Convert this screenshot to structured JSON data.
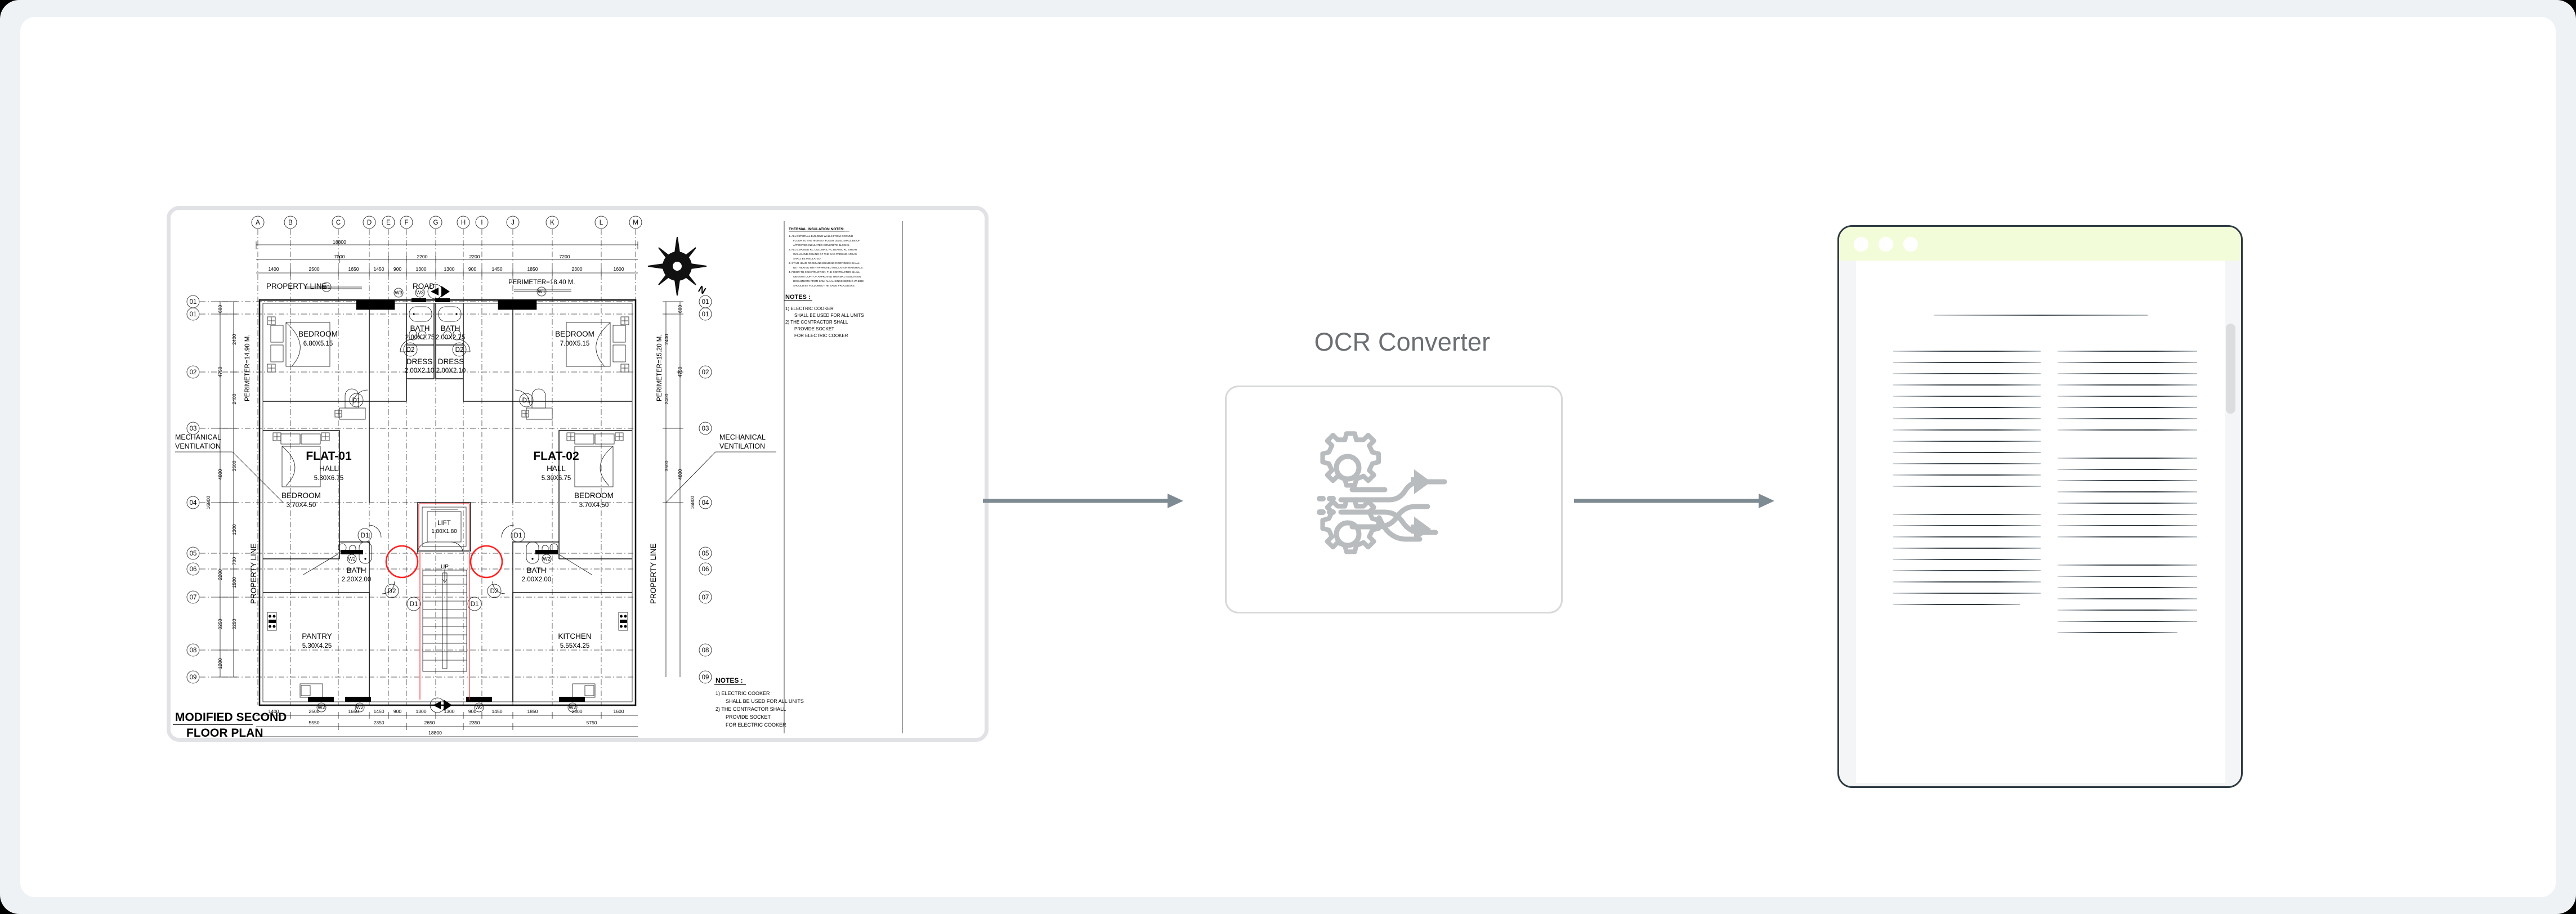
{
  "page": {
    "background": "#eff2f5",
    "card_background": "#ffffff",
    "accent_arrow_color": "#7f8b93"
  },
  "flow": {
    "steps": [
      "floor-plan-image",
      "ocr-converter",
      "document-output"
    ],
    "arrow1": {
      "name": "arrow-plan-to-converter"
    },
    "arrow2": {
      "name": "arrow-converter-to-document"
    }
  },
  "converter": {
    "title": "OCR Converter",
    "icon": "gears-and-arrows-icon",
    "border_color": "#d6d8da"
  },
  "plan": {
    "title_line1": "MODIFIED SECOND",
    "title_line2": "FLOOR PLAN",
    "north_label": "N",
    "top_labels": {
      "property_line": "PROPERTY LINE",
      "road": "ROAD",
      "perimeter_right": "PERIMETER=18.40  M."
    },
    "side_labels": {
      "property_line_left": "PROPERTY LINE",
      "property_line_right": "PROPERTY LINE",
      "perimeter_left": "PERIMETER=14.90 M.",
      "perimeter_right": "PERIMETER=15.20  M.",
      "mech_vent_left_1": "MECHANICAL",
      "mech_vent_left_2": "VENTILATION",
      "mech_vent_right_1": "MECHANICAL",
      "mech_vent_right_2": "VENTILATION"
    },
    "flats": [
      {
        "name": "FLAT-01",
        "hall_label": "HALL",
        "hall_size": "5.30X6.75"
      },
      {
        "name": "FLAT-02",
        "hall_label": "HALL",
        "hall_size": "5.30X6.75"
      }
    ],
    "rooms": [
      {
        "label": "BEDROOM",
        "size": "6.80X5.15"
      },
      {
        "label": "BEDROOM",
        "size": "7.00X5.15"
      },
      {
        "label": "BEDROOM",
        "size": "3.70X4.50"
      },
      {
        "label": "BEDROOM",
        "size": "3.70X4.50"
      },
      {
        "label": "BATH",
        "size": "2.00X2.75"
      },
      {
        "label": "BATH",
        "size": "2.00X2.75"
      },
      {
        "label": "BATH",
        "size": "2.20X2.00"
      },
      {
        "label": "BATH",
        "size": "2.00X2.00"
      },
      {
        "label": "DRESS",
        "size": "2.00X2.10"
      },
      {
        "label": "DRESS",
        "size": "2.00X2.10"
      },
      {
        "label": "PANTRY",
        "size": "5.30X4.25"
      },
      {
        "label": "KITCHEN",
        "size": "5.55X4.25"
      },
      {
        "label": "LIFT",
        "size": "1.80X1.80"
      }
    ],
    "stair_label": "UP",
    "door_tags": [
      "D1",
      "D2"
    ],
    "window_tags": [
      "W1",
      "W2",
      "W3"
    ],
    "grid_letters": [
      "A",
      "B",
      "C",
      "D",
      "E",
      "F",
      "G",
      "H",
      "I",
      "J",
      "K",
      "L",
      "M"
    ],
    "grid_numbers": [
      "01",
      "01",
      "02",
      "03",
      "04",
      "05",
      "06",
      "07",
      "08",
      "09"
    ],
    "dims_top_major": [
      "7000",
      "2200",
      "2200",
      "7200"
    ],
    "dims_top_minor": [
      "1400",
      "2500",
      "1650",
      "1450",
      "900",
      "1300",
      "1300",
      "900",
      "1450",
      "1850",
      "2300",
      "1600"
    ],
    "dims_bottom_minor": [
      "1400",
      "2500",
      "1650",
      "1450",
      "900",
      "1300",
      "1300",
      "900",
      "1450",
      "1850",
      "2300",
      "1600"
    ],
    "dims_bottom_mid": [
      "5550",
      "2350",
      "2650",
      "2350",
      "5750"
    ],
    "dims_bottom_total": "18800",
    "dims_top_total": "18800",
    "dims_left": [
      "600",
      "2400",
      "4750",
      "2400",
      "3500",
      "4800",
      "16800",
      "1300",
      "700",
      "1500",
      "2200",
      "3250",
      "3250",
      "1200"
    ],
    "dims_right": [
      "600",
      "2400",
      "4750",
      "2400",
      "3500",
      "4800",
      "16800"
    ],
    "thermal_notes": {
      "heading": "THERMAL INSULATION NOTES:",
      "items": [
        "1. ALL EXTERNAL BUILDING WALLS FROM GROUND FLOOR TO THE HIGHEST FLOOR LEVEL SHALL BE OF APPROVED INSULATED CONCRETE BLOCKS.",
        "2. ALL EXPOSED RC COLUMNS, RC BEAMS, RC SHEAR WALLS AND CEILING OF THE CAR PARKING AREAS SHALL BE INSULATED.",
        "3. STAIR HEAD ROOM AND BUILDING ROOF DECK SHALL BE TREATED WITH APPROVED INSULATION MATERIALS.",
        "4. PRIOR TO CONSTRUCTION, THE CONTRACTOR SHALL OBTAIN A COPY OF APPROVED THERMAL INSULATION DOCUMENTS FROM SAMI ALAALI ENGINEERING WHERE SHOULD BE FOLLOWED THE SAME PROCEDURE."
      ]
    },
    "notes": {
      "heading": "NOTES :",
      "lines": [
        "1)  ELECTRIC  COOKER",
        "SHALL  BE  USED  FOR  ALL  UNITS",
        "2)  THE  CONTRACTOR  SHALL",
        "PROVIDE  SOCKET",
        "FOR  ELECTRIC  COOKER"
      ]
    },
    "notes_bottom": {
      "heading": "NOTES :",
      "lines": [
        "1)  ELECTRIC  COOKER",
        "SHALL  BE  USED  FOR  ALL  UNITS",
        "2)  THE  CONTRACTOR  SHALL",
        "PROVIDE  SOCKET",
        "FOR  ELECTRIC  COOKER"
      ]
    },
    "highlight_color": "#ff1f1f"
  },
  "document": {
    "titlebar_color": "#f3fcd8",
    "frame_color": "#2f3b43",
    "window_dots": [
      "dot-1",
      "dot-2",
      "dot-3"
    ],
    "scrollbar": {
      "name": "vertical-scrollbar",
      "thumb_color": "#dcdddf"
    },
    "left_column_line_groups": [
      13,
      9
    ],
    "right_column_line_groups": [
      8,
      8,
      7
    ],
    "has_title_rule": true
  }
}
